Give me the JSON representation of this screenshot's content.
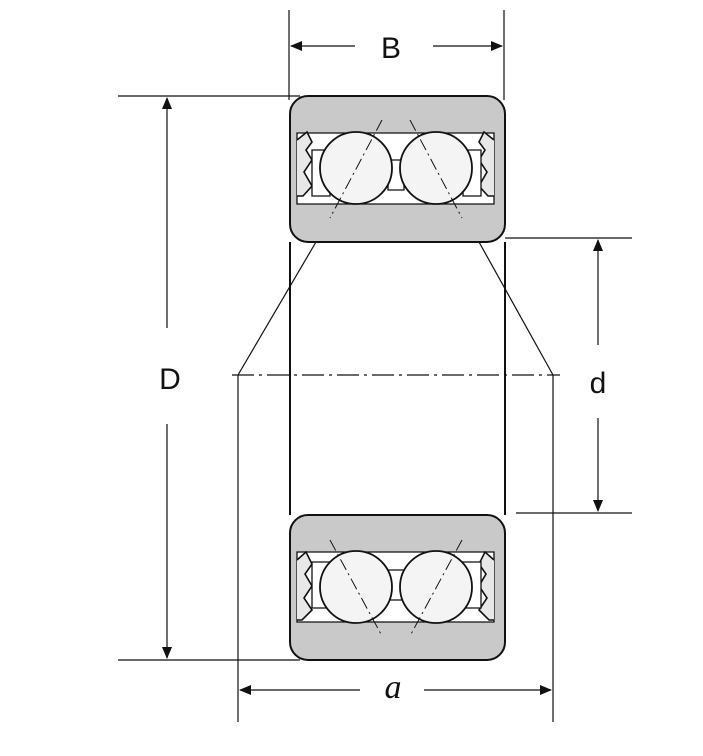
{
  "diagram": {
    "labels": {
      "width": "B",
      "outer_diameter": "D",
      "bore_diameter": "d",
      "load_center_distance": "a"
    }
  }
}
